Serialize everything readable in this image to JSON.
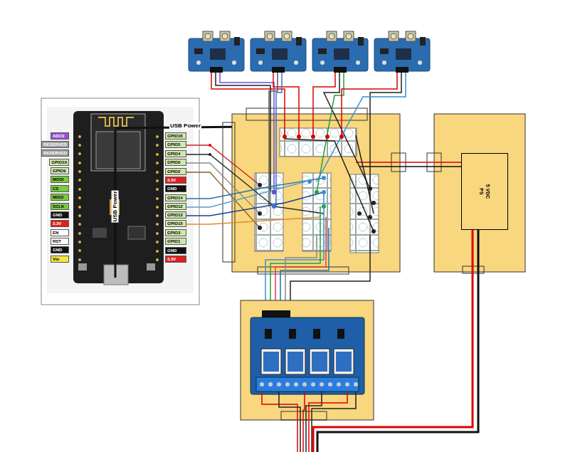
{
  "diagram": {
    "nodes": [
      {
        "text": [
          "5 VDC PS"
        ]
      }
    ],
    "labels": [
      "ADC0",
      "RESERVED",
      "RESERVED",
      "GPIO10",
      "GPIO9",
      "MOSI",
      "CS",
      "MISO",
      "SCLK",
      "GND",
      "3.3V",
      "EN",
      "RST",
      "GND",
      "Vin",
      "GPIO16",
      "GPIO5",
      "GPIO4",
      "GPIO0",
      "GPIO2",
      "3.3V",
      "GND",
      "GPIO14",
      "GPIO12",
      "GPIO13",
      "GPIO15",
      "GPIO3",
      "GPIO1",
      "GND",
      "3.3V",
      "USB Power",
      "USB Power"
    ]
  }
}
